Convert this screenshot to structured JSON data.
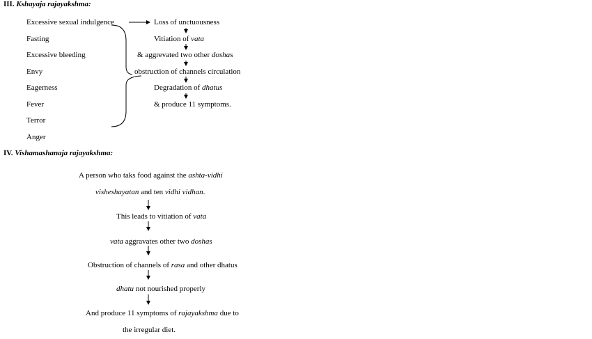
{
  "section3": {
    "number": "III.",
    "title": "Kshayaja rajayakshma:",
    "causes": [
      "Excessive sexual indulgence",
      "Fasting",
      "Excessive bleeding",
      "Envy",
      "Eagerness",
      "Fever",
      "Terror",
      "Anger"
    ],
    "flow": {
      "step1": "Loss of unctuousness",
      "step2_pre": "Vitiation of ",
      "step2_em": "vata",
      "step3_pre": "& aggrevated two other ",
      "step3_em": "dosha",
      "step3_post": "s",
      "step4": "obstruction of channels circulation",
      "step5_pre": "Degradation of ",
      "step5_em": "dhatus",
      "step6": "& produce 11 symptoms."
    }
  },
  "section4": {
    "number": "IV.",
    "title": "Vishamashanaja rajayakshma:",
    "flow": {
      "s1a_pre": "A person who taks food against the ",
      "s1a_em": "ashta-vidhi",
      "s1b_em1": "visheshayatan",
      "s1b_mid": " and ten ",
      "s1b_em2": "vidhi vidhan",
      "s1b_post": ".",
      "s2_pre": "This leads to vitiation of ",
      "s2_em": "vata",
      "s3_em1": "vata",
      "s3_mid": " aggravates other two ",
      "s3_em2": "dosha",
      "s3_post": "s",
      "s4_pre": "Obstruction of channels of ",
      "s4_em": "rasa",
      "s4_post": " and other dhatus",
      "s5_em": "dhatu",
      "s5_post": " not nourished properly",
      "s6a_pre": "And produce 11 symptoms of ",
      "s6a_em": "rajayakshma",
      "s6a_post": " due to",
      "s6b": "the irregular diet."
    }
  }
}
